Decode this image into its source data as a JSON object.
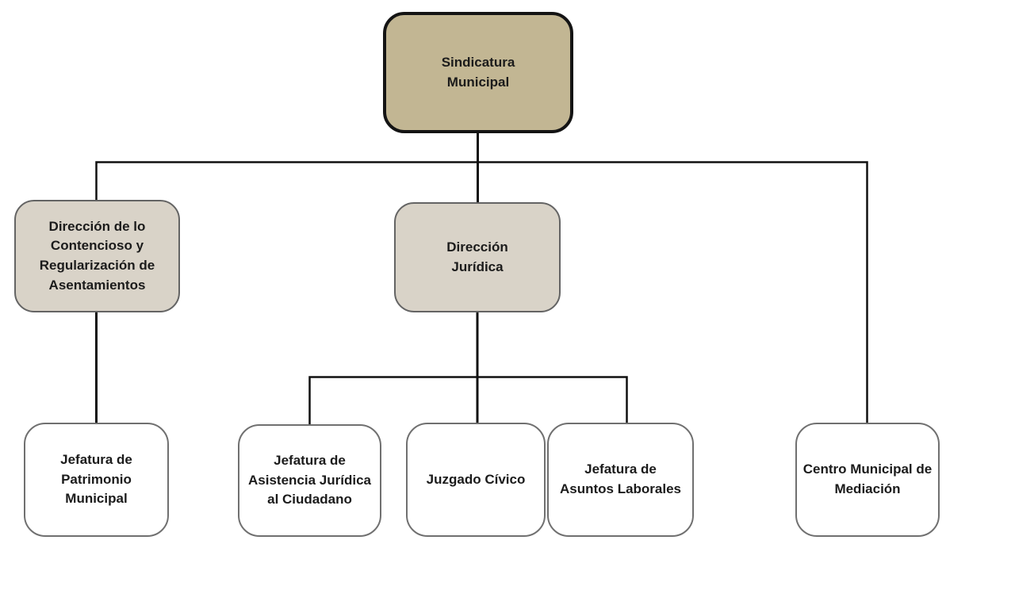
{
  "chart_type": "org-chart",
  "nodes": {
    "sindicatura": {
      "label": "Sindicatura\nMunicipal",
      "level": "root",
      "children": [
        "contencioso",
        "juridica",
        "mediacion"
      ]
    },
    "contencioso": {
      "label": "Dirección de lo\nContencioso y\nRegularización de\nAsentamientos",
      "level": "level2",
      "children": [
        "patrimonio"
      ]
    },
    "juridica": {
      "label": "Dirección\nJurídica",
      "level": "level2",
      "children": [
        "asistencia",
        "juzgado",
        "laborales"
      ]
    },
    "patrimonio": {
      "label": "Jefatura de\nPatrimonio\nMunicipal",
      "level": "leaf",
      "children": []
    },
    "asistencia": {
      "label": "Jefatura de\nAsistencia Jurídica\nal Ciudadano",
      "level": "leaf",
      "children": []
    },
    "juzgado": {
      "label": "Juzgado Cívico",
      "level": "leaf",
      "children": []
    },
    "laborales": {
      "label": "Jefatura de\nAsuntos Laborales",
      "level": "leaf",
      "children": []
    },
    "mediacion": {
      "label": "Centro Municipal de\nMediación",
      "level": "leaf",
      "children": []
    }
  },
  "colors": {
    "root_fill": "#c2b693",
    "root_border": "#141414",
    "level2_fill": "#d9d3c8",
    "level2_border": "#646464",
    "leaf_fill": "#ffffff",
    "leaf_border": "#707070",
    "line_color": "#101010",
    "text_color": "#1b1b1b"
  }
}
